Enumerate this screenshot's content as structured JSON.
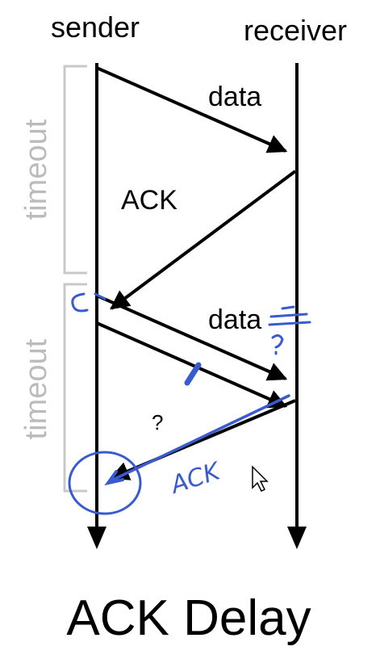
{
  "diagram": {
    "sender_label": "sender",
    "receiver_label": "receiver",
    "timeout_label_1": "timeout",
    "timeout_label_2": "timeout",
    "msg_data_1": "data",
    "msg_ack_1": "ACK",
    "msg_data_2": "data",
    "question_mark": "?",
    "handwritten_ack": "ACK",
    "title": "ACK Delay"
  },
  "colors": {
    "line": "#000000",
    "timeout_bracket": "#c8c8c8",
    "annotation": "#3a5bd0"
  }
}
